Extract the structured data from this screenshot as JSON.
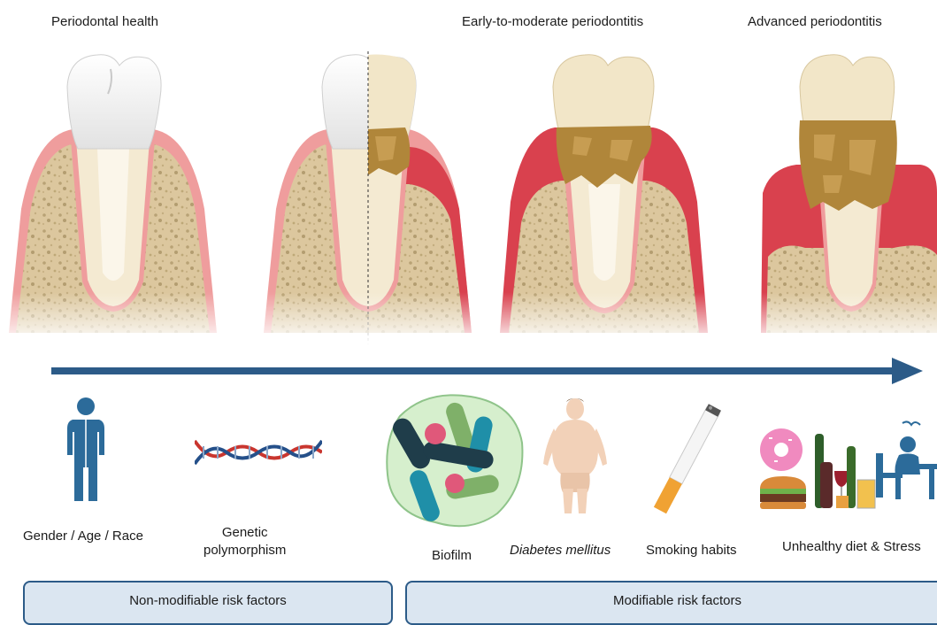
{
  "stages": {
    "healthy": "Periodontal health",
    "early": "Early-to-moderate periodontitis",
    "advanced": "Advanced periodontitis"
  },
  "factors": {
    "gender": "Gender / Age / Race",
    "genetic": "Genetic\npolymorphism",
    "biofilm": "Biofilm",
    "diabetes": "Diabetes mellitus",
    "smoking": "Smoking habits",
    "diet": "Unhealthy diet & Stress"
  },
  "categories": {
    "non_modifiable": "Non-modifiable risk factors",
    "modifiable": "Modifiable risk factors"
  },
  "colors": {
    "arrow": "#2c5b88",
    "gum": "#ef9d9d",
    "gum_inflamed": "#d9414e",
    "bone": "#d9c49a",
    "tooth": "#f7f2e6",
    "plaque": "#b0863a",
    "box_fill": "#dbe6f1",
    "box_border": "#2c5b88"
  },
  "icons": [
    "person-icon",
    "dna-icon",
    "biofilm-icon",
    "obese-person-icon",
    "cigarette-icon",
    "food-drinks-icon",
    "stress-icon"
  ]
}
